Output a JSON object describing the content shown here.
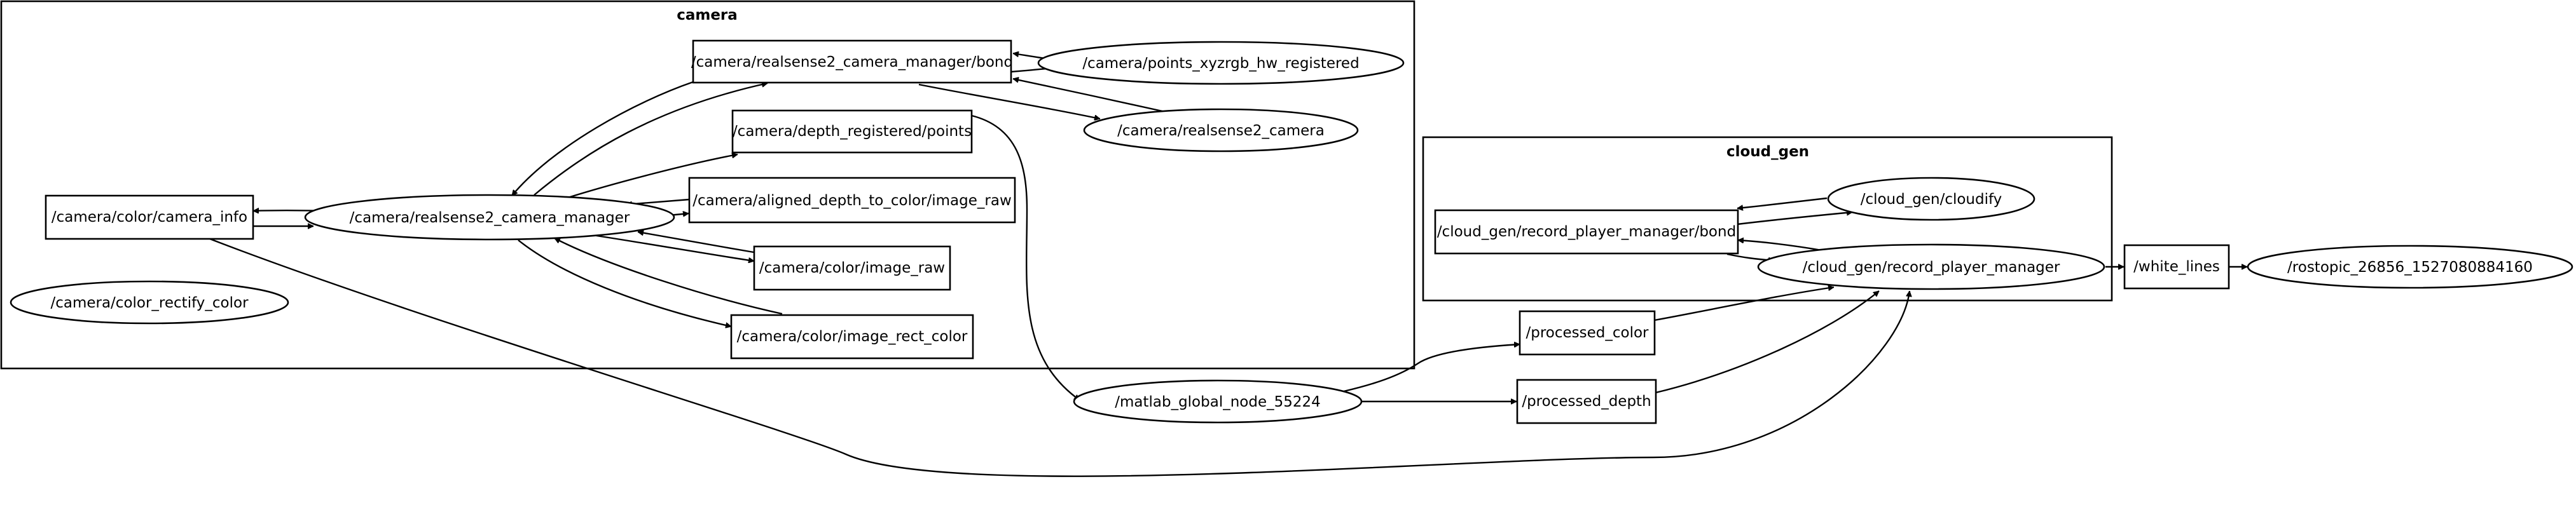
{
  "clusters": {
    "camera": {
      "label": "camera"
    },
    "cloud_gen": {
      "label": "cloud_gen"
    }
  },
  "nodes": {
    "bond": "/camera/realsense2_camera_manager/bond",
    "points_xyzrgb": "/camera/points_xyzrgb_hw_registered",
    "depth_points": "/camera/depth_registered/points",
    "rs2_camera": "/camera/realsense2_camera",
    "camera_info": "/camera/color/camera_info",
    "rs2_manager": "/camera/realsense2_camera_manager",
    "aligned_depth": "/camera/aligned_depth_to_color/image_raw",
    "image_raw": "/camera/color/image_raw",
    "color_rectify": "/camera/color_rectify_color",
    "image_rect": "/camera/color/image_rect_color",
    "cg_bond": "/cloud_gen/record_player_manager/bond",
    "cloudify": "/cloud_gen/cloudify",
    "cg_manager": "/cloud_gen/record_player_manager",
    "white_lines": "/white_lines",
    "rostopic": "/rostopic_26856_1527080884160",
    "processed_color": "/processed_color",
    "matlab": "/matlab_global_node_55224",
    "processed_depth": "/processed_depth"
  }
}
